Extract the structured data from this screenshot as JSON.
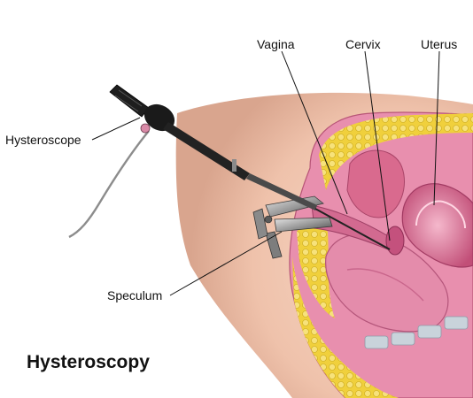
{
  "figure": {
    "title": "Hysteroscopy",
    "labels": {
      "hysteroscope": "Hysteroscope",
      "vagina": "Vagina",
      "cervix": "Cervix",
      "uterus": "Uterus",
      "speculum": "Speculum"
    }
  },
  "colors": {
    "skin": "#f2c9b4",
    "fat": "#f0d64a",
    "tissue": "#e58fae",
    "uterus": "#c9577e",
    "instrument": "#1a1a1a",
    "speculum": "#9a9a9a",
    "bone": "#c9d3db"
  },
  "icons": {
    "hysteroscope": "hysteroscope-icon",
    "speculum": "speculum-icon"
  }
}
